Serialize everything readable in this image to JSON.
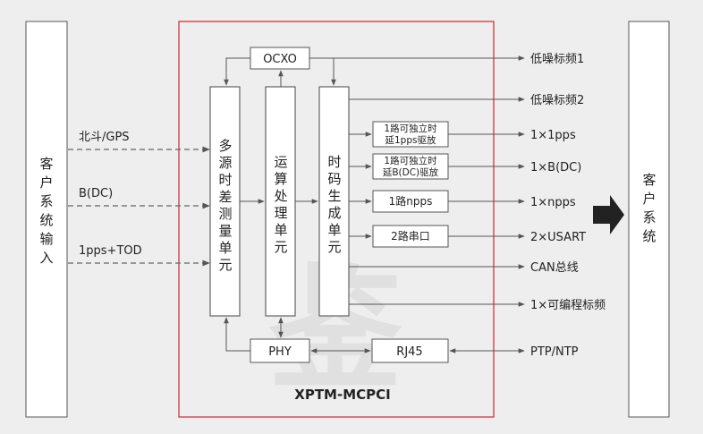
{
  "diagram": {
    "title": "XPTM-MCPCI",
    "left_box": "客户系统输入",
    "right_box": "客户系统",
    "watermark": "鉴",
    "inputs": [
      "北斗/GPS",
      "B(DC)",
      "1pps+TOD"
    ],
    "units": {
      "measure": "多源时差测量单元",
      "compute": "运算处理单元",
      "timecode": "时码生成单元"
    },
    "ocxo": "OCXO",
    "sub_boxes": [
      [
        "1路可独立时",
        "延1pps驱放"
      ],
      [
        "1路可独立时",
        "延B(DC)驱放"
      ],
      [
        "1路npps"
      ],
      [
        "2路串口"
      ]
    ],
    "phy": "PHY",
    "rj45": "RJ45",
    "outputs": [
      "低噪标频1",
      "低噪标频2",
      "1×1pps",
      "1×B(DC)",
      "1×npps",
      "2×USART",
      "CAN总线",
      "1×可编程标频",
      "PTP/NTP"
    ],
    "colors": {
      "border_red": "#d0363b",
      "background": "#eeeeee",
      "arrow_fill": "#222222"
    }
  }
}
